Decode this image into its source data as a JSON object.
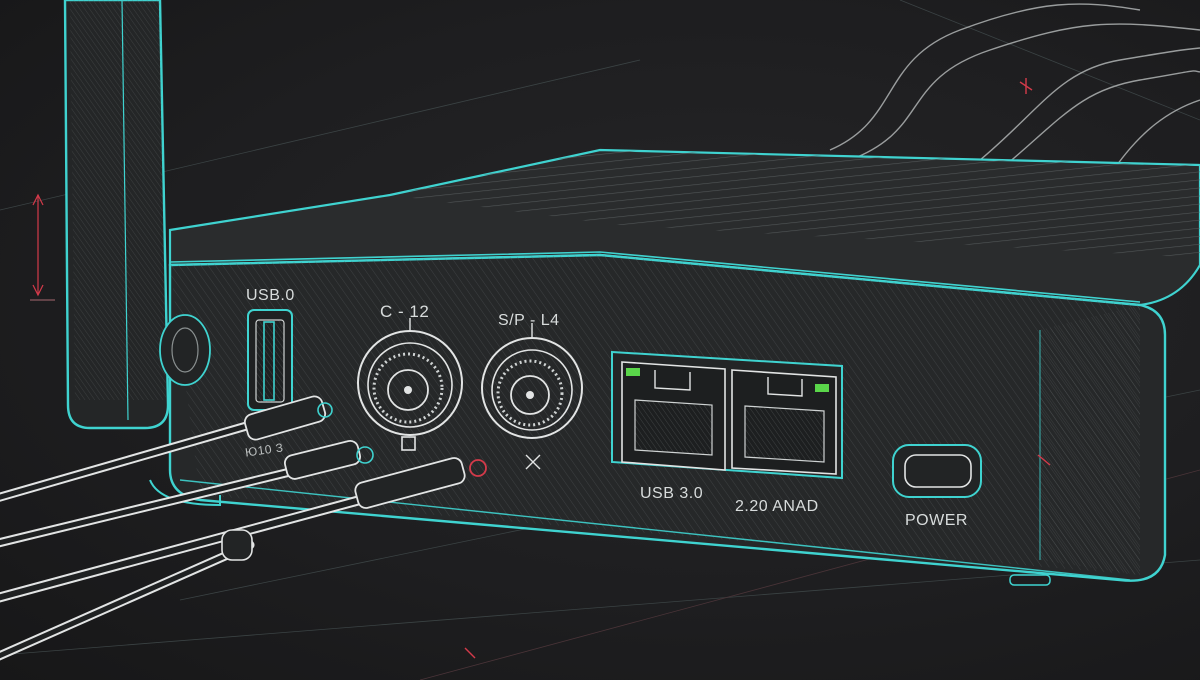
{
  "labels": {
    "usb_top": "USB.0",
    "coax_left": "C - 12",
    "coax_right": "S/P - L4",
    "usb_side": "Ю10 З",
    "ethernet_left": "USB 3.0",
    "ethernet_right": "2.20 ANAD",
    "power": "POWER"
  },
  "colors": {
    "background": "#1c1c1d",
    "teal_outline": "#3fd3d0",
    "white_sketch": "#e2e4e4",
    "red_mark": "#d43a4a",
    "led_green": "#5ad64a"
  },
  "icons": [
    "antenna",
    "usb-port",
    "coax-connector-left",
    "coax-connector-right",
    "ethernet-port-left",
    "ethernet-port-right",
    "power-button",
    "cables",
    "dimension-arrow"
  ]
}
